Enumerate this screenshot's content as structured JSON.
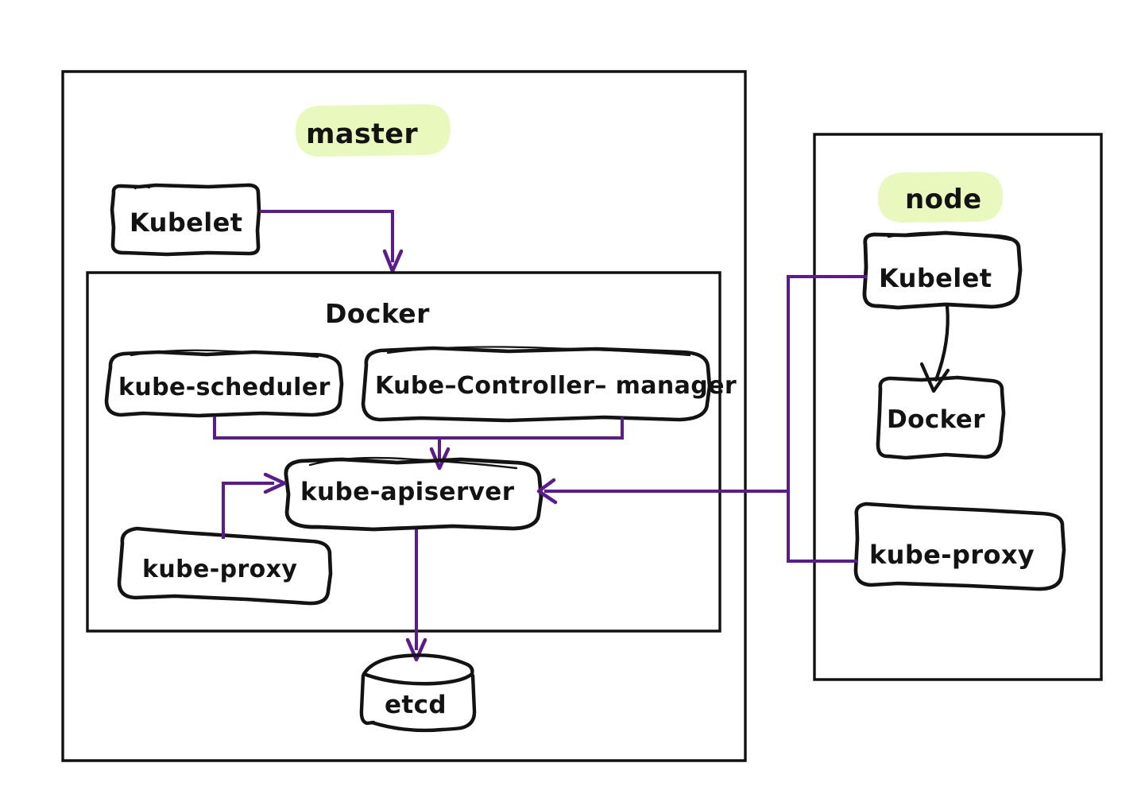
{
  "diagram": {
    "title": "Kubernetes master and node architecture",
    "style": "hand-drawn sketch",
    "colors": {
      "background": "#ffffff",
      "ink": "#131313",
      "container_border": "#111111",
      "arrow_purple": "#5b1a8f",
      "highlight_green": "#e9f8bd"
    }
  },
  "master": {
    "label": "master",
    "kubelet": {
      "label": "Kubelet"
    },
    "docker": {
      "label": "Docker",
      "kube_scheduler": {
        "label": "kube-scheduler"
      },
      "kube_controller_manager": {
        "label": "Kube–Controller– manager"
      },
      "kube_apiserver": {
        "label": "kube-apiserver"
      },
      "kube_proxy": {
        "label": "kube-proxy"
      }
    },
    "etcd": {
      "label": "etcd"
    }
  },
  "node": {
    "label": "node",
    "kubelet": {
      "label": "Kubelet"
    },
    "docker": {
      "label": "Docker"
    },
    "kube_proxy": {
      "label": "kube-proxy"
    }
  },
  "connections": [
    {
      "from": "master.kubelet",
      "to": "master.docker",
      "color": "#5b1a8f",
      "arrow": true
    },
    {
      "from": "master.docker.kube_scheduler",
      "to": "master.docker.kube_apiserver",
      "color": "#5b1a8f",
      "arrow": true
    },
    {
      "from": "master.docker.kube_controller_manager",
      "to": "master.docker.kube_apiserver",
      "color": "#5b1a8f",
      "arrow": true
    },
    {
      "from": "master.docker.kube_proxy",
      "to": "master.docker.kube_apiserver",
      "color": "#5b1a8f",
      "arrow": true
    },
    {
      "from": "master.docker.kube_apiserver",
      "to": "master.etcd",
      "color": "#5b1a8f",
      "arrow": true
    },
    {
      "from": "node.kubelet",
      "to": "master.docker.kube_apiserver",
      "color": "#5b1a8f",
      "arrow": true
    },
    {
      "from": "node.kube_proxy",
      "to": "master.docker.kube_apiserver",
      "color": "#5b1a8f",
      "arrow": true
    },
    {
      "from": "node.kubelet",
      "to": "node.docker",
      "color": "#131313",
      "arrow": true
    }
  ]
}
